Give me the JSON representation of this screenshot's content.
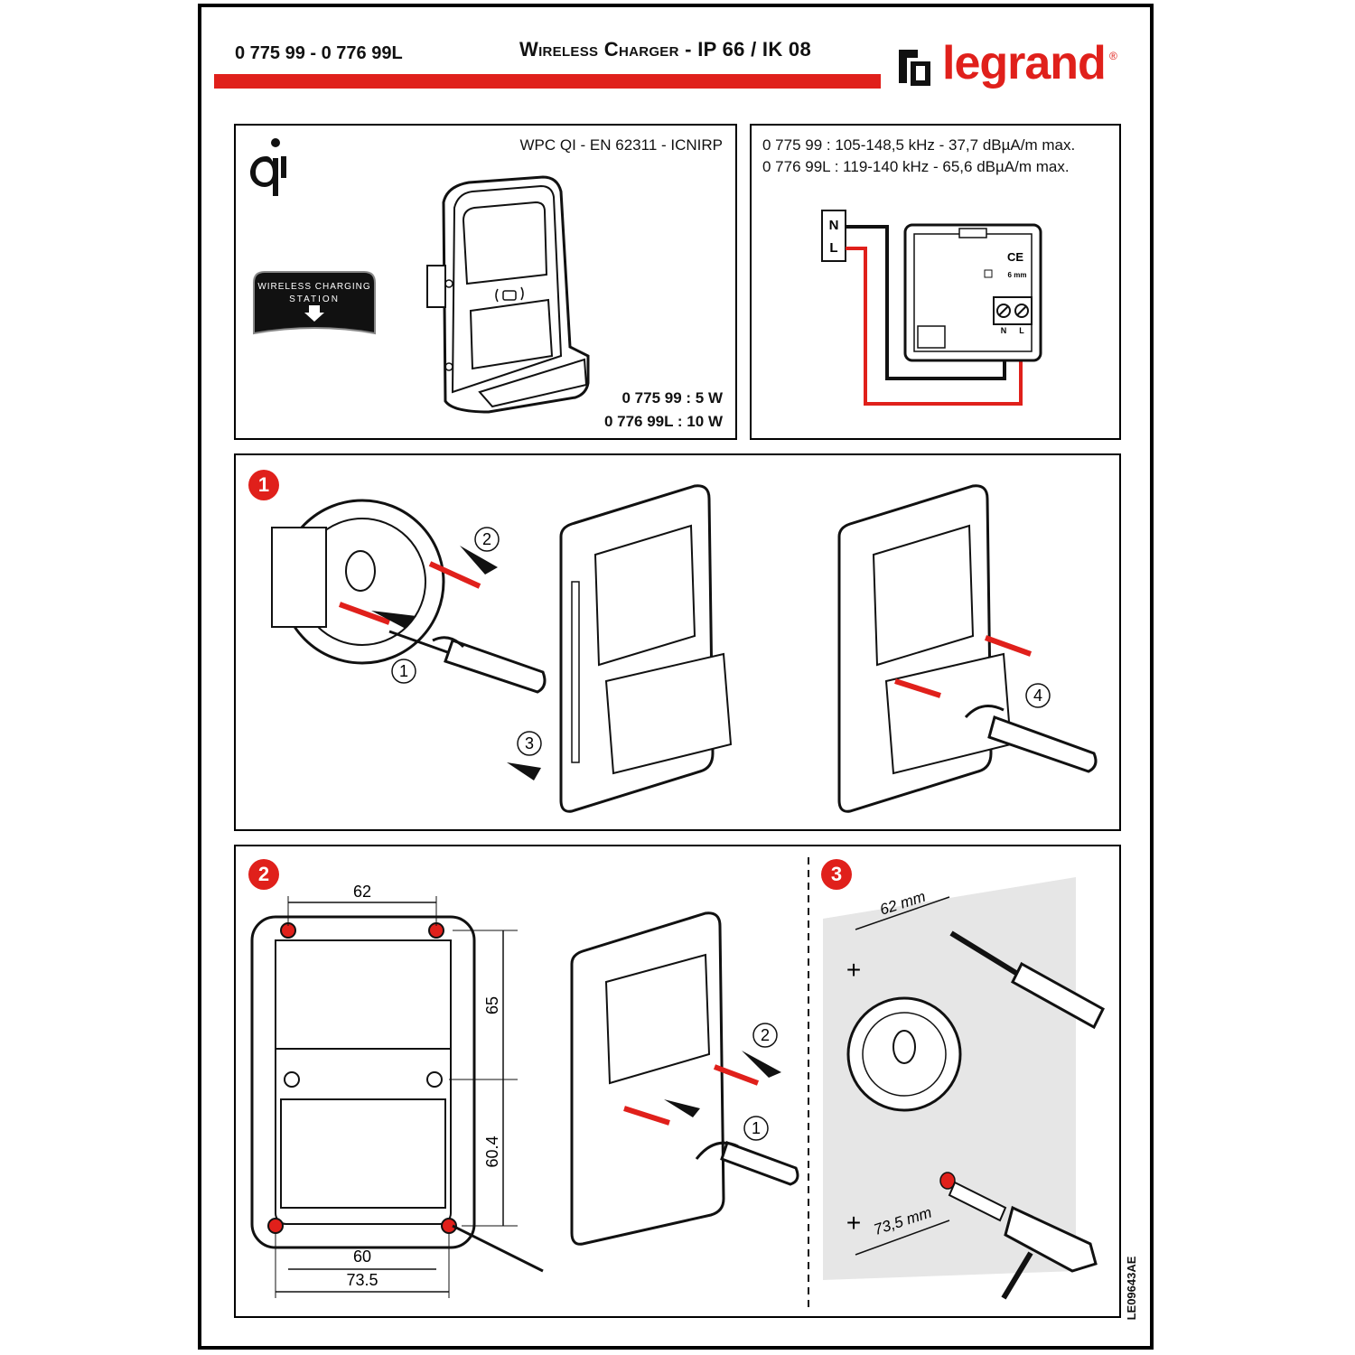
{
  "header": {
    "references": "0 775 99 - 0 776 99L",
    "title": "Wireless Charger - IP 66 / IK 08",
    "brand": "legrand",
    "registered_mark": "®"
  },
  "panel_product": {
    "standards": "WPC QI - EN 62311 - ICNIRP",
    "qi_logo": "qi",
    "station_label_line1": "WIRELESS CHARGING",
    "station_label_line2": "STATION",
    "power_1": "0 775 99 : 5 W",
    "power_2": "0 776 99L : 10 W"
  },
  "panel_wiring": {
    "spec_1": "0 775 99 : 105-148,5 kHz - 37,7 dBµA/m max.",
    "spec_2": "0 776 99L : 119-140 kHz - 65,6 dBµA/m max.",
    "terminal_n": "N",
    "terminal_l": "L",
    "strip_length": "6 mm",
    "ce_mark": "CE",
    "module_n": "N",
    "module_l": "L"
  },
  "step1": {
    "number": "1",
    "callouts": [
      "1",
      "2",
      "3",
      "4"
    ]
  },
  "step2": {
    "number": "2",
    "dim_top": "62",
    "dim_upper_height": "65",
    "dim_lower_height": "60.4",
    "dim_bottom_inner": "60",
    "dim_bottom_outer": "73.5",
    "callouts": [
      "1",
      "2"
    ]
  },
  "step3": {
    "number": "3",
    "dim_horizontal": "62 mm",
    "dim_vertical": "73,5 mm"
  },
  "document_code": "LE09643AE",
  "colors": {
    "accent_red": "#e0201b",
    "line_black": "#000000",
    "wall_gray": "#e6e6e6"
  }
}
